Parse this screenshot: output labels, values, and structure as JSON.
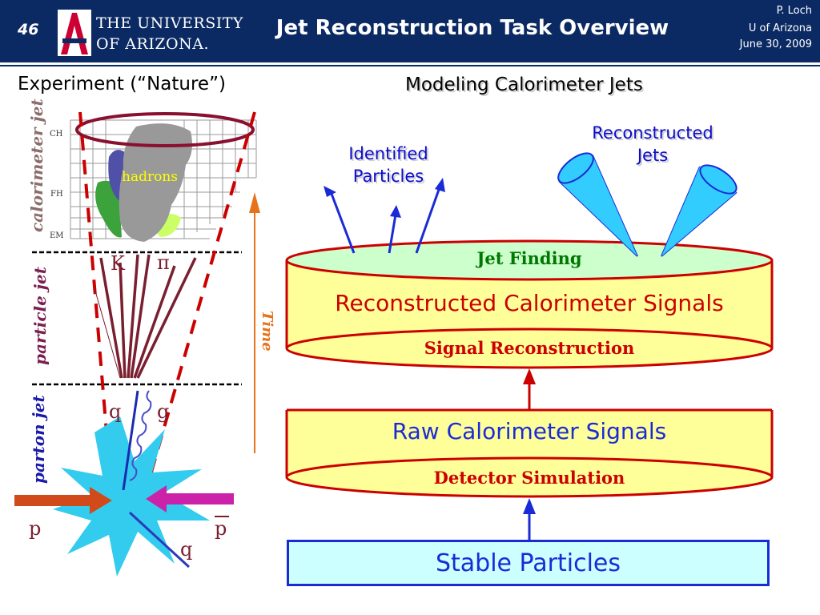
{
  "header": {
    "slide_number": "46",
    "university_line1": "THE UNIVERSITY",
    "university_line2": "OF ARIZONA.",
    "logo_icon": "university-of-arizona-A-logo",
    "title": "Jet Reconstruction Task Overview",
    "author": "P. Loch",
    "affiliation": "U of Arizona",
    "date": "June 30, 2009",
    "colors": {
      "band": "#0b2a63",
      "logo_red": "#cc0033"
    }
  },
  "left_panel": {
    "title": "Experiment (“Nature”)",
    "side_labels": {
      "calorimeter_jet": "calorimeter jet",
      "particle_jet": "particle jet",
      "parton_jet": "parton jet"
    },
    "time_label": "Time",
    "layers": {
      "ch": "CH",
      "fh": "FH",
      "em": "EM"
    },
    "hadrons": "hadrons",
    "particles": {
      "kaon": "K",
      "pion": "π",
      "quark": "q",
      "gluon": "g",
      "proton": "p",
      "antiproton": "p",
      "quark2": "q"
    }
  },
  "right_panel": {
    "title": "Modeling Calorimeter Jets",
    "identified_particles": "Identified\nParticles",
    "reconstructed_jets": "Reconstructed\nJets",
    "jet_finding": "Jet Finding",
    "reconstructed_calorimeter_signals": "Reconstructed Calorimeter Signals",
    "signal_reconstruction": "Signal Reconstruction",
    "raw_calorimeter_signals": "Raw Calorimeter Signals",
    "detector_simulation": "Detector Simulation",
    "stable_particles": "Stable Particles",
    "colors": {
      "red": "#cc0000",
      "blue": "#1a2bd6",
      "yellow": "#ffff99",
      "green": "#ccffcc",
      "cyan": "#ccffff",
      "cone": "#33ccff"
    }
  }
}
